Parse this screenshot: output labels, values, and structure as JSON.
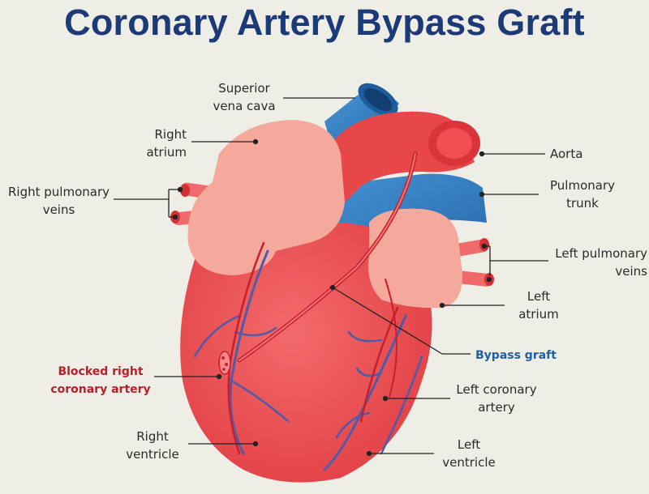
{
  "title": "Coronary Artery Bypass Graft",
  "labels": {
    "superior_vena_cava": [
      "Superior",
      "vena cava"
    ],
    "right_atrium": [
      "Right",
      "atrium"
    ],
    "right_pulmonary_veins": [
      "Right pulmonary",
      "veins"
    ],
    "aorta": [
      "Aorta"
    ],
    "pulmonary_trunk": [
      "Pulmonary",
      "trunk"
    ],
    "left_pulmonary_veins": [
      "Left pulmonary",
      "veins"
    ],
    "left_atrium": [
      "Left",
      "atrium"
    ],
    "bypass_graft": [
      "Bypass graft"
    ],
    "blocked_right_coronary_artery": [
      "Blocked right",
      "coronary artery"
    ],
    "left_coronary_artery": [
      "Left coronary",
      "artery"
    ],
    "right_ventricle": [
      "Right",
      "ventricle"
    ],
    "left_ventricle": [
      "Left",
      "ventricle"
    ]
  },
  "colors": {
    "title": "#1d3a78",
    "heart": "#ec4b4f",
    "atrium": "#f3a699",
    "vessel_blue": "#2e7bbf",
    "aorta": "#ea4a4c",
    "blocked_label": "#b8202a",
    "bypass_label": "#1f5fa8"
  }
}
